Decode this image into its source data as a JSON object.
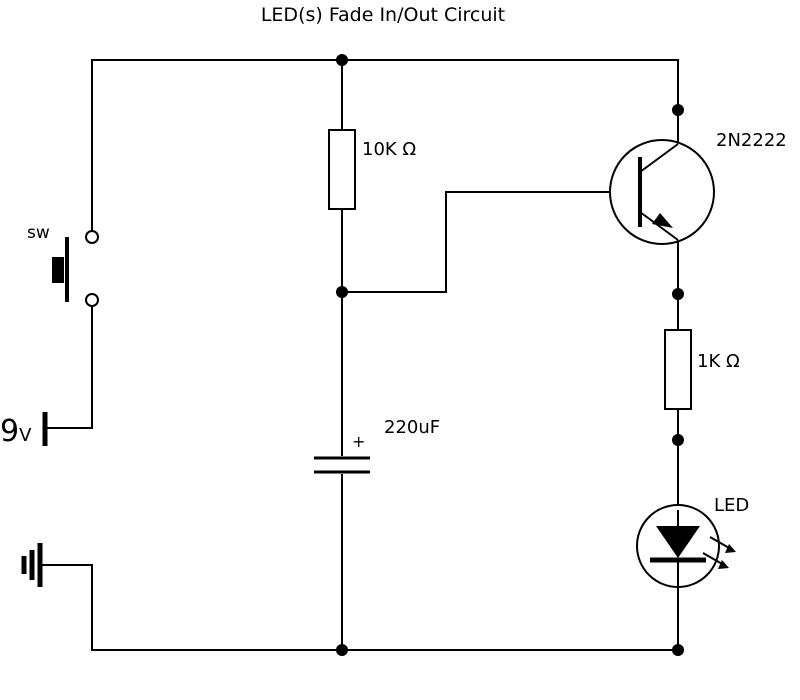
{
  "title": "LED(s) Fade In/Out Circuit",
  "components": {
    "resistor_base": "10K Ω",
    "transistor": "2N2222",
    "resistor_led": "1K Ω",
    "capacitor": "220uF",
    "capacitor_polarity": "+",
    "led": "LED",
    "switch": "sw",
    "battery": {
      "value": "9",
      "unit": "V"
    }
  }
}
